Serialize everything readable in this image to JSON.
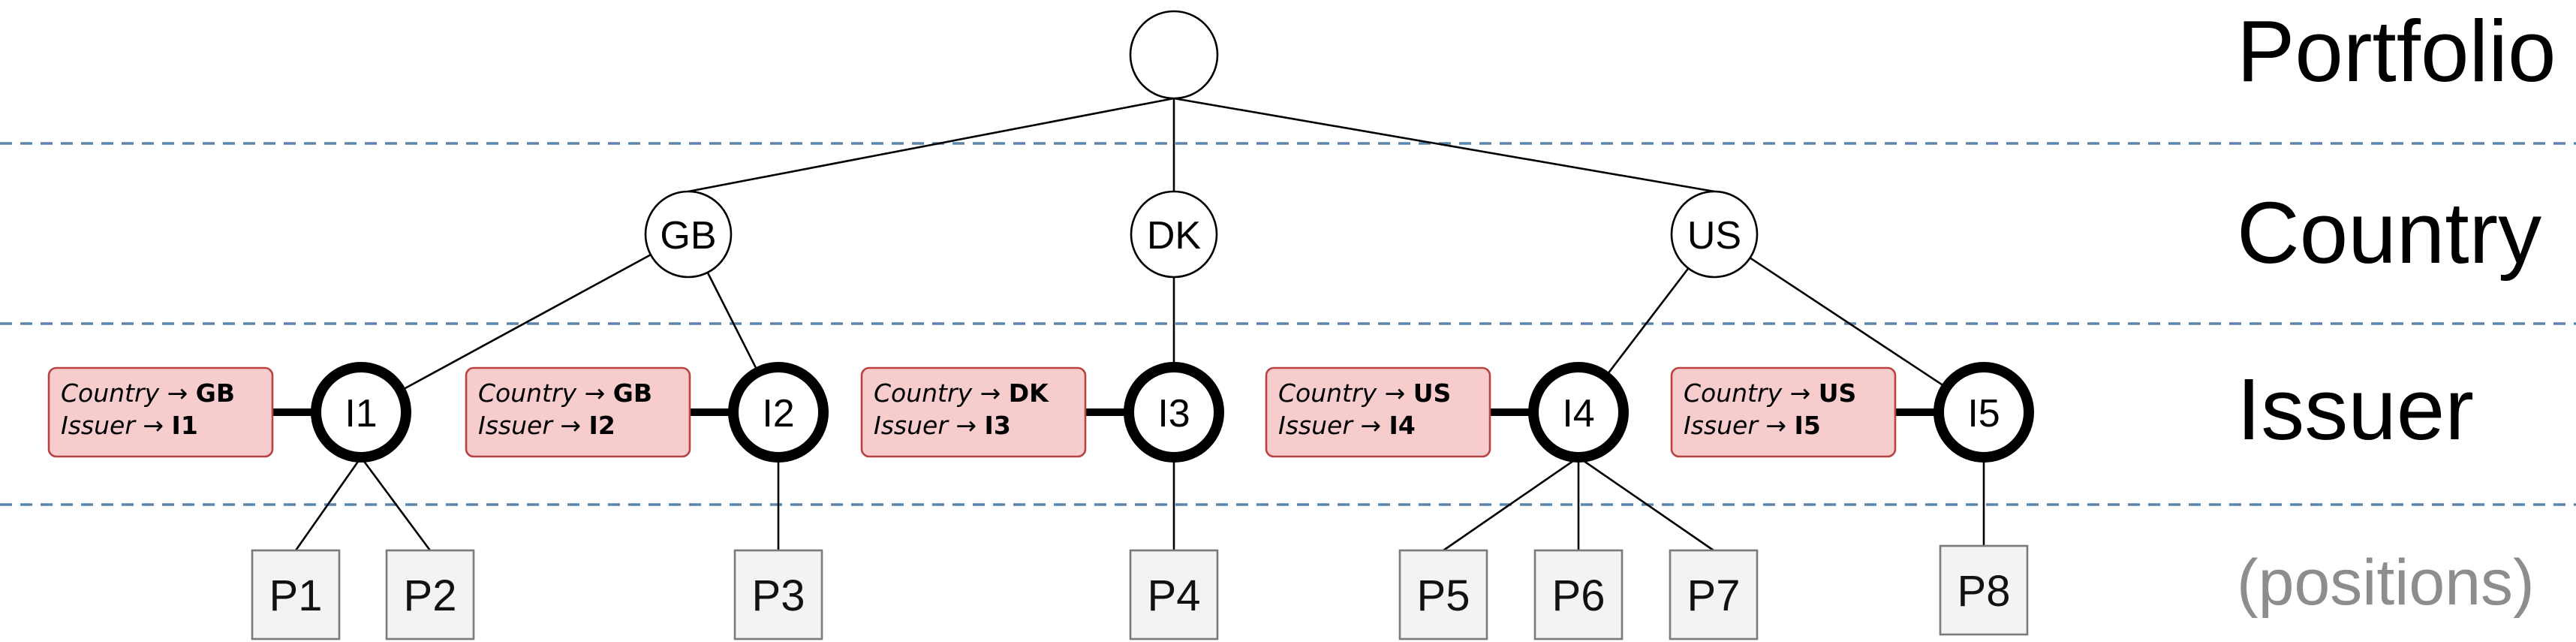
{
  "levels": {
    "portfolio": "Portfolio",
    "country": "Country",
    "issuer": "Issuer",
    "positions": "(positions)"
  },
  "root": {
    "label": ""
  },
  "countries": [
    {
      "id": "gb",
      "label": "GB"
    },
    {
      "id": "dk",
      "label": "DK"
    },
    {
      "id": "us",
      "label": "US"
    }
  ],
  "issuers": [
    {
      "id": "i1",
      "label": "I1",
      "country": "gb",
      "rule": {
        "country_key": "Country",
        "country_val": "GB",
        "issuer_key": "Issuer",
        "issuer_val": "I1",
        "arrow": "→"
      }
    },
    {
      "id": "i2",
      "label": "I2",
      "country": "gb",
      "rule": {
        "country_key": "Country",
        "country_val": "GB",
        "issuer_key": "Issuer",
        "issuer_val": "I2",
        "arrow": "→"
      }
    },
    {
      "id": "i3",
      "label": "I3",
      "country": "dk",
      "rule": {
        "country_key": "Country",
        "country_val": "DK",
        "issuer_key": "Issuer",
        "issuer_val": "I3",
        "arrow": "→"
      }
    },
    {
      "id": "i4",
      "label": "I4",
      "country": "us",
      "rule": {
        "country_key": "Country",
        "country_val": "US",
        "issuer_key": "Issuer",
        "issuer_val": "I4",
        "arrow": "→"
      }
    },
    {
      "id": "i5",
      "label": "I5",
      "country": "us",
      "rule": {
        "country_key": "Country",
        "country_val": "US",
        "issuer_key": "Issuer",
        "issuer_val": "I5",
        "arrow": "→"
      }
    }
  ],
  "positions": [
    {
      "id": "p1",
      "label": "P1",
      "issuer": "i1"
    },
    {
      "id": "p2",
      "label": "P2",
      "issuer": "i1"
    },
    {
      "id": "p3",
      "label": "P3",
      "issuer": "i2"
    },
    {
      "id": "p4",
      "label": "P4",
      "issuer": "i3"
    },
    {
      "id": "p5",
      "label": "P5",
      "issuer": "i4"
    },
    {
      "id": "p6",
      "label": "P6",
      "issuer": "i4"
    },
    {
      "id": "p7",
      "label": "P7",
      "issuer": "i4"
    },
    {
      "id": "p8",
      "label": "P8",
      "issuer": "i5"
    }
  ],
  "colors": {
    "separator": "#5b85ac",
    "rule_fill": "#f6cccc",
    "rule_border": "#b84242",
    "position_fill": "#f3f3f3",
    "muted_text": "#8d8d8d"
  }
}
